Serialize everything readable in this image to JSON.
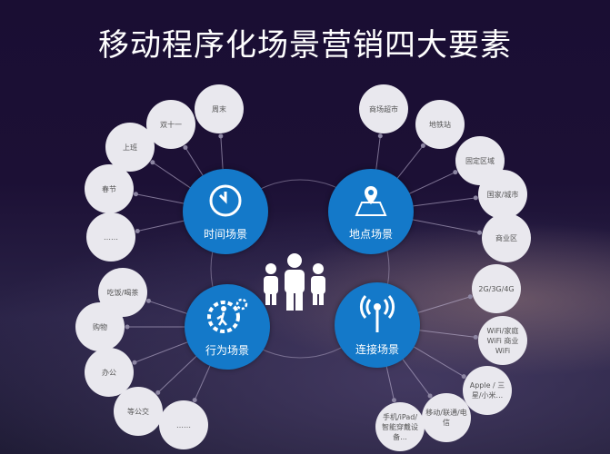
{
  "title": "移动程序化场景营销四大要素",
  "hubs": [
    {
      "label": "时间场景",
      "icon": "clock-icon",
      "satellites": [
        "周末",
        "双十一",
        "上班",
        "春节",
        "……"
      ]
    },
    {
      "label": "地点场景",
      "icon": "map-pin-icon",
      "satellites": [
        "商场超市",
        "地铁站",
        "固定区域",
        "国家/城市",
        "商业区"
      ]
    },
    {
      "label": "行为场景",
      "icon": "running-person-gear-icon",
      "satellites": [
        "吃饭/喝茶",
        "购物",
        "办公",
        "等公交",
        "……"
      ]
    },
    {
      "label": "连接场景",
      "icon": "antenna-signal-icon",
      "satellites": [
        "2G/3G/4G",
        "WiFi/家庭WiFi 商业WiFi",
        "Apple / 三星/小米...",
        "移动/联通/电信",
        "手机/iPad/智能穿戴设备..."
      ]
    }
  ],
  "colors": {
    "hub": "#1479c9",
    "satellite": "#e9e8ee",
    "title": "#ffffff"
  }
}
